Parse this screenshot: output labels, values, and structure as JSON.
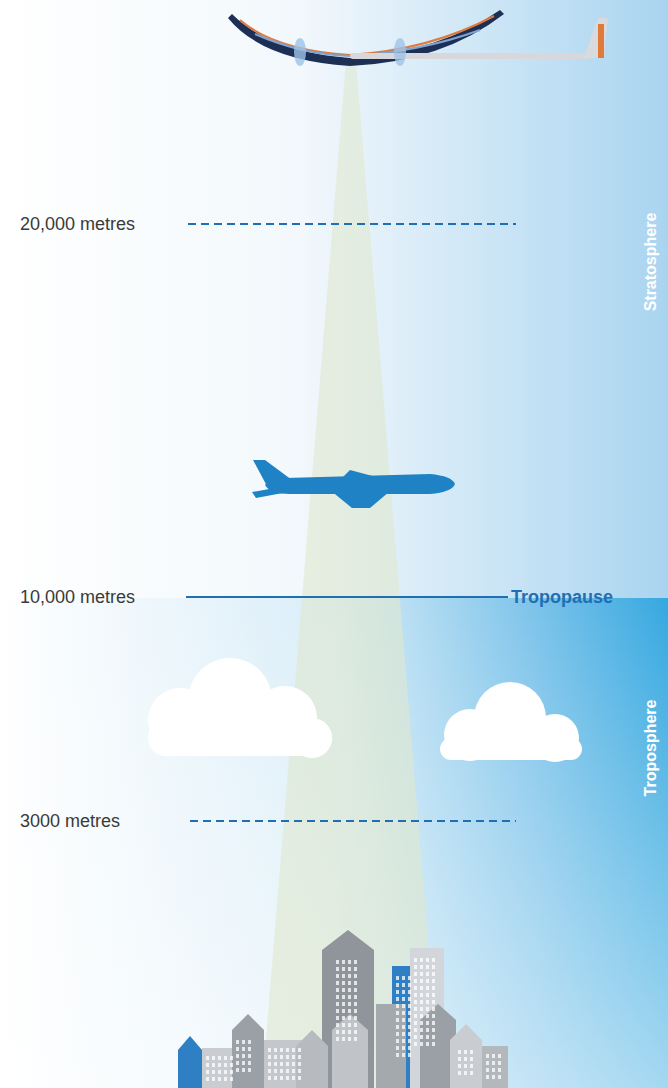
{
  "diagram": {
    "labels": [
      "20,000 metres",
      "Stratosphere",
      "10,000 metres",
      "Tropopause",
      "3000 metres",
      "Troposphere"
    ]
  }
}
